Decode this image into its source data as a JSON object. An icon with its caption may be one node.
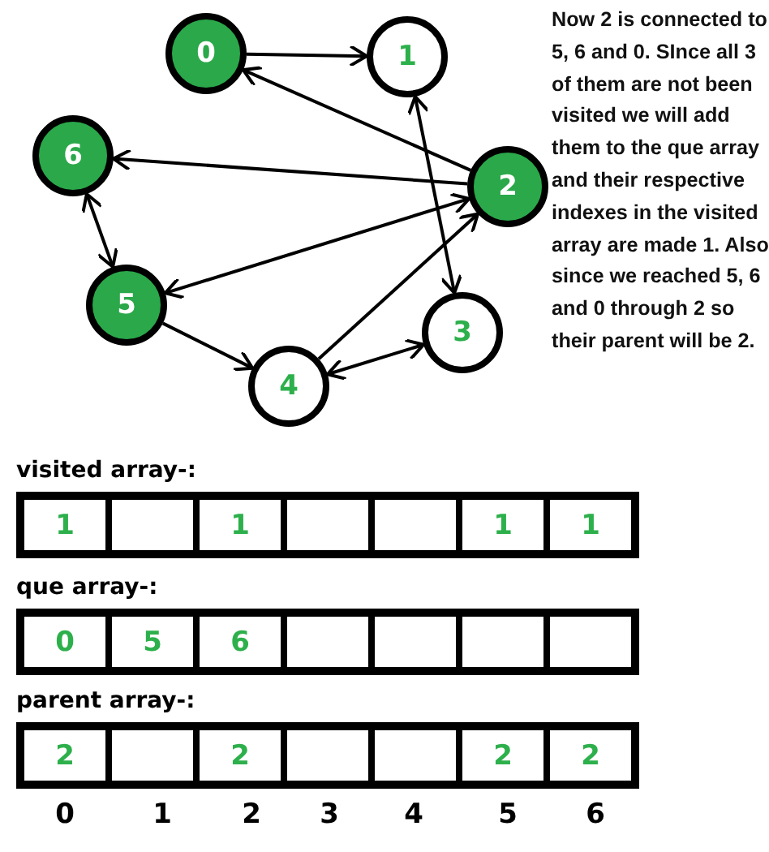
{
  "diagram": {
    "nodes": [
      {
        "text": [
          "0"
        ]
      },
      {
        "text": [
          "1"
        ]
      },
      {
        "text": [
          "2"
        ]
      },
      {
        "text": [
          "3"
        ]
      },
      {
        "text": [
          "4"
        ]
      },
      {
        "text": [
          "5"
        ]
      },
      {
        "text": [
          "6"
        ]
      },
      {
        "text": [
          "visited array-:"
        ]
      },
      {
        "text": [
          "1"
        ],
        "in": 7
      },
      {
        "text": [],
        "shape": "box",
        "in": 7
      },
      {
        "text": [
          "1"
        ],
        "in": 7
      },
      {
        "text": [],
        "shape": "box",
        "in": 7
      },
      {
        "text": [],
        "shape": "box",
        "in": 7
      },
      {
        "text": [
          "1"
        ],
        "in": 7
      },
      {
        "text": [
          "1"
        ],
        "in": 7
      },
      {
        "text": [
          "que array-:"
        ]
      },
      {
        "text": [
          "0"
        ],
        "in": 15
      },
      {
        "text": [
          "5"
        ],
        "in": 15
      },
      {
        "text": [
          "6"
        ],
        "in": 15
      },
      {
        "text": [],
        "shape": "box",
        "in": 15
      },
      {
        "text": [],
        "shape": "box",
        "in": 15
      },
      {
        "text": [],
        "shape": "box",
        "in": 15
      },
      {
        "text": [],
        "shape": "box",
        "in": 15
      },
      {
        "text": [
          "parent array-:"
        ]
      },
      {
        "text": [
          "2"
        ],
        "in": 23
      },
      {
        "text": [],
        "shape": "box",
        "in": 23
      },
      {
        "text": [
          "2"
        ],
        "in": 23
      },
      {
        "text": [],
        "shape": "box",
        "in": 23
      },
      {
        "text": [],
        "shape": "box",
        "in": 23
      },
      {
        "text": [
          "2"
        ],
        "in": 23
      },
      {
        "text": [
          "2"
        ],
        "in": 23
      }
    ],
    "edges": [
      {
        "from": 0,
        "to": 1,
        "arrow": "to"
      },
      {
        "from": 2,
        "to": 0,
        "arrow": "to"
      },
      {
        "from": 1,
        "to": 3,
        "arrow": "both"
      },
      {
        "from": 2,
        "to": 6,
        "arrow": "to"
      },
      {
        "from": 2,
        "to": 5,
        "arrow": "both"
      },
      {
        "from": 6,
        "to": 5,
        "arrow": "both"
      },
      {
        "from": 5,
        "to": 4,
        "arrow": "to"
      },
      {
        "from": 4,
        "to": 2,
        "arrow": "to"
      },
      {
        "from": 3,
        "to": 4,
        "arrow": "both"
      }
    ],
    "labels": [
      "Now 2 is connected to 5, 6 and 0. SInce all 3 of them are not been visited we will add them to the que array and their respective indexes in the visited array are made 1. Also since we reached 5, 6 and 0 through 2 so their parent will be 2.",
      "0",
      "1",
      "2",
      "3",
      "4",
      "5",
      "6"
    ]
  }
}
